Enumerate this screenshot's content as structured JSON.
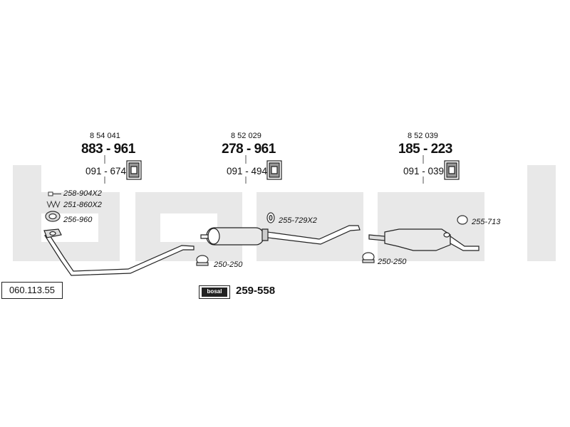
{
  "catalog_number": "060.113.55",
  "watermark": {
    "text": "bosal",
    "color": "#e6e6e6"
  },
  "groups": [
    {
      "oe_ref": "8 54 041",
      "part_number": "883 - 961",
      "hanger_number": "091 - 674"
    },
    {
      "oe_ref": "8 52 029",
      "part_number": "278 - 961",
      "hanger_number": "091 - 494"
    },
    {
      "oe_ref": "8 52 039",
      "part_number": "185 - 223",
      "hanger_number": "091 - 039"
    }
  ],
  "component_labels": {
    "bolt": "258-904X2",
    "spring": "251-860X2",
    "gasket": "256-960",
    "clamp_front": "250-250",
    "ring_middle": "255-729X2",
    "clamp_rear": "250-250",
    "ring_rear": "255-713"
  },
  "mounting_kit": {
    "logo_text": "bosal",
    "number": "259-558"
  }
}
